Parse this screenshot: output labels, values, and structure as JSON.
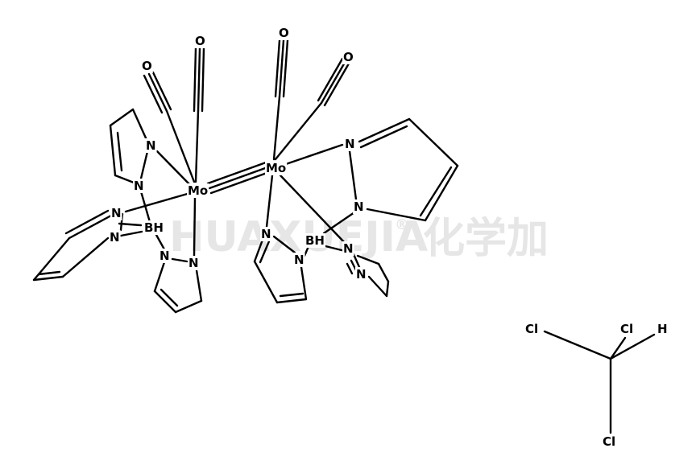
{
  "watermark": {
    "latin": "HUAXUEJIA",
    "reg": "®",
    "cjk": "化学加",
    "color": "#e6e6e6"
  },
  "atoms": {
    "mo1": "Mo",
    "mo2": "Mo",
    "o1": "O",
    "o2": "O",
    "o3": "O",
    "o4": "O",
    "b1": "BH",
    "b2": "BH",
    "n_a": "N",
    "n_b": "N",
    "n_c": "N",
    "n_d": "N",
    "n_e": "N",
    "n_f": "N",
    "n_g": "N",
    "n_h": "N",
    "n_i": "N",
    "n_j": "N",
    "n_k": "N",
    "n_l": "N",
    "cl1": "Cl",
    "cl2": "Cl",
    "cl3": "Cl",
    "h1": "H"
  }
}
